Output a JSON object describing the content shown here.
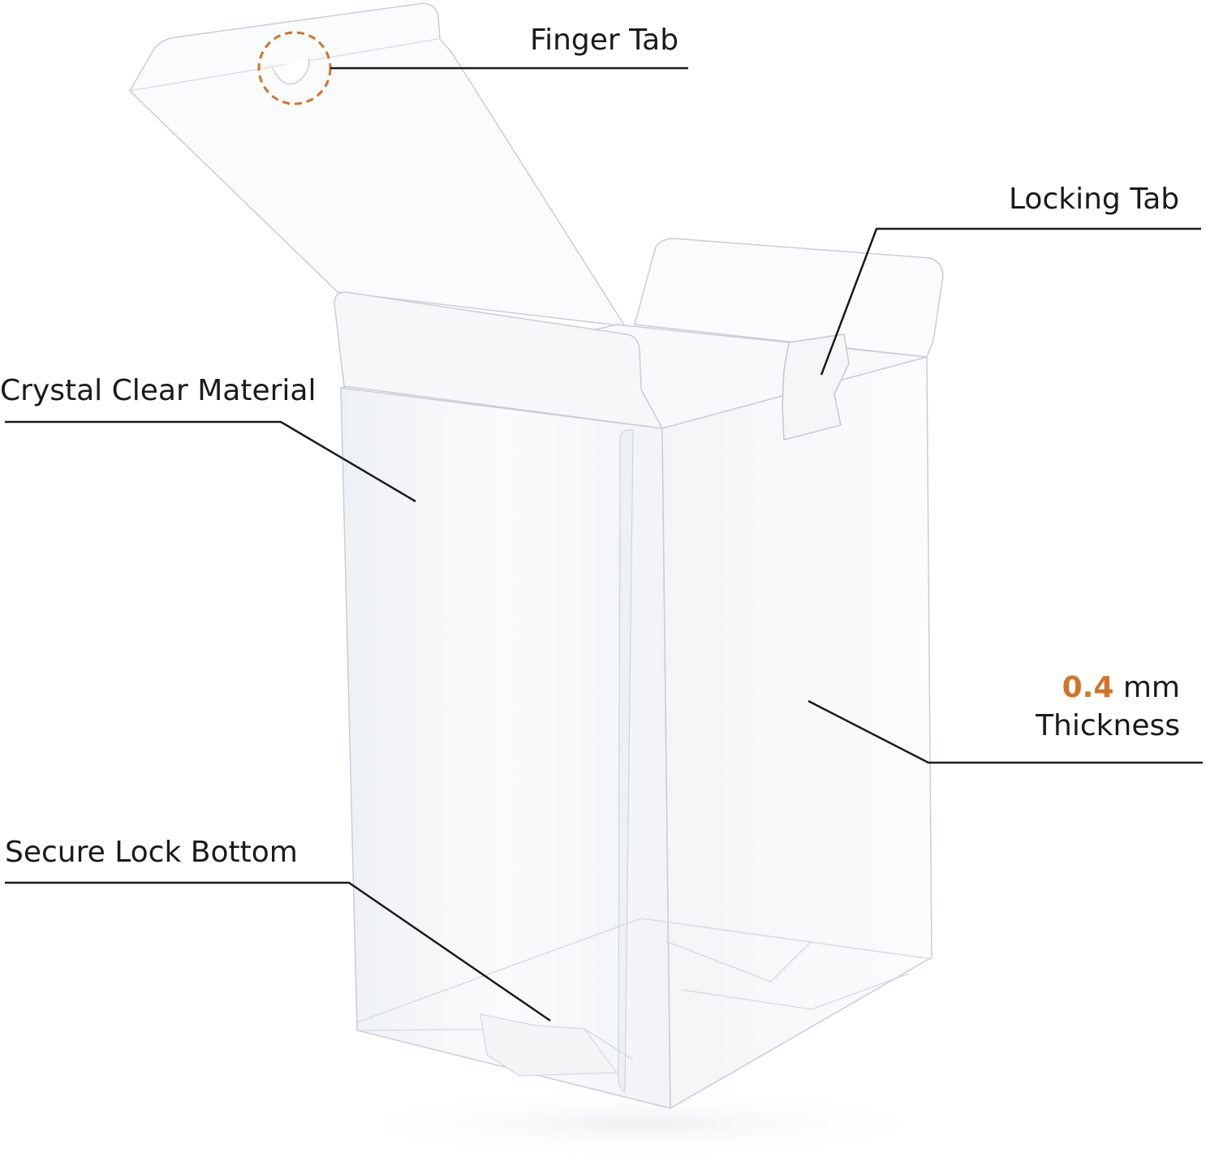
{
  "labels": {
    "finger_tab": "Finger Tab",
    "locking_tab": "Locking Tab",
    "crystal_clear": "Crystal Clear Material",
    "secure_lock": "Secure Lock Bottom",
    "thickness_value": "0.4",
    "thickness_unit": " mm",
    "thickness_word": "Thickness"
  },
  "colors": {
    "accent": "#d07528",
    "line": "#1a1a1a",
    "box_edge": "#c9ced3",
    "box_fill": "#f6f8fa",
    "text": "#1a1a1a"
  }
}
